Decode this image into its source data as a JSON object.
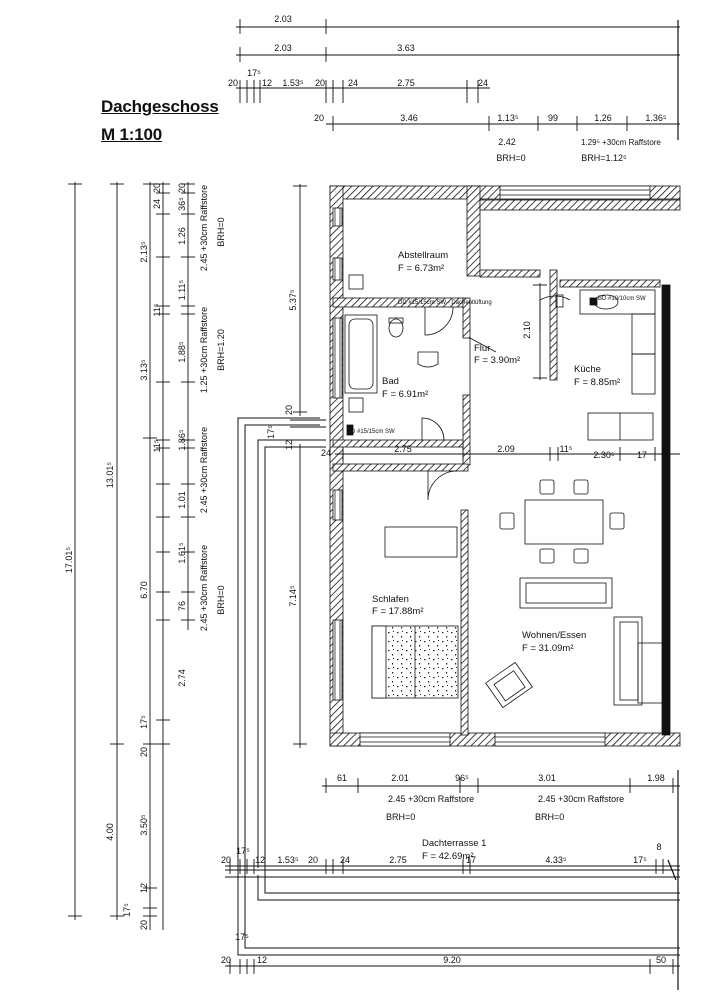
{
  "title": "Dachgeschoss",
  "scale": "M 1:100",
  "rooms": {
    "abstellraum": {
      "name": "Abstellraum",
      "area": "F = 6.73m²"
    },
    "flur": {
      "name": "Flur",
      "area": "F = 3.90m²"
    },
    "kueche": {
      "name": "Küche",
      "area": "F = 8.85m²"
    },
    "bad": {
      "name": "Bad",
      "area": "F = 6.91m²"
    },
    "schlafen": {
      "name": "Schlafen",
      "area": "F = 17.88m²"
    },
    "wohnen": {
      "name": "Wohnen/Essen",
      "area": "F = 31.09m²"
    },
    "terrasse": {
      "name": "Dachterrasse 1",
      "area": "F = 42.69m²"
    }
  },
  "notes": {
    "dd1": "DD #15/15cm SW - Dachentlüftung",
    "bd1": "BD #10/10cm SW",
    "bd2": "BD #15/15cm SW"
  },
  "top_dims": {
    "r1": "2.03",
    "r2a": "2.03",
    "r2b": "3.63",
    "r3": [
      "20",
      "17⁵",
      "12",
      "1.53⁵",
      "20",
      "24",
      "2.75",
      "24"
    ],
    "r4": [
      "20",
      "3.46",
      "1.13⁵",
      "99",
      "1.26",
      "1.36⁵"
    ],
    "r4_sub": [
      "2.42",
      "1.29⁵ +30cm Raffstore"
    ],
    "r4_brh": [
      "BRH=0",
      "BRH=1.12⁵"
    ]
  },
  "left_dims": {
    "total": "17.01⁵",
    "part1": "13.01⁵",
    "part2": "4.00",
    "col_b": [
      "6.70",
      "3.13⁵",
      "2.13⁵",
      "3.50⁵",
      "17⁵"
    ],
    "col_c": [
      "20",
      "24",
      "1.26",
      "11⁵",
      "1.88⁵",
      "11⁵",
      "1.01",
      "1.61⁵",
      "76",
      "2.74",
      "17⁵",
      "20",
      "12",
      "20"
    ],
    "col_c2": [
      "20",
      "36⁵",
      "1.11⁵",
      "1.86⁵"
    ],
    "col_d": [
      "2.45 +30cm Raffstore",
      "1.25 +30cm Raffstore",
      "2.45 +30cm Raffstore",
      "2.45 +30cm Raffstore"
    ],
    "col_e": [
      "BRH=0",
      "BRH=1.20",
      "BRH=0"
    ]
  },
  "inner_dims": {
    "v1": "5.37⁵",
    "v2": "7.14⁵",
    "v3": "2.10",
    "h_bad": "2.75",
    "h_kue": [
      "2.09",
      "11⁵",
      "2.30⁵",
      "17"
    ],
    "wall": [
      "20",
      "17⁵",
      "12",
      "24"
    ]
  },
  "bottom_dims": {
    "r1": [
      "61",
      "2.01",
      "96⁵",
      "3.01",
      "1.98"
    ],
    "r1_sub": [
      "2.45 +30cm Raffstore",
      "2.45 +30cm Raffstore"
    ],
    "r1_brh": [
      "BRH=0",
      "BRH=0"
    ],
    "r2": [
      "20",
      "17⁵",
      "12",
      "1.53⁵",
      "20",
      "24",
      "2.75",
      "17",
      "4.33⁵",
      "17⁵",
      "8"
    ],
    "r3": [
      "17⁵",
      "20",
      "12",
      "9.20",
      "50"
    ]
  }
}
